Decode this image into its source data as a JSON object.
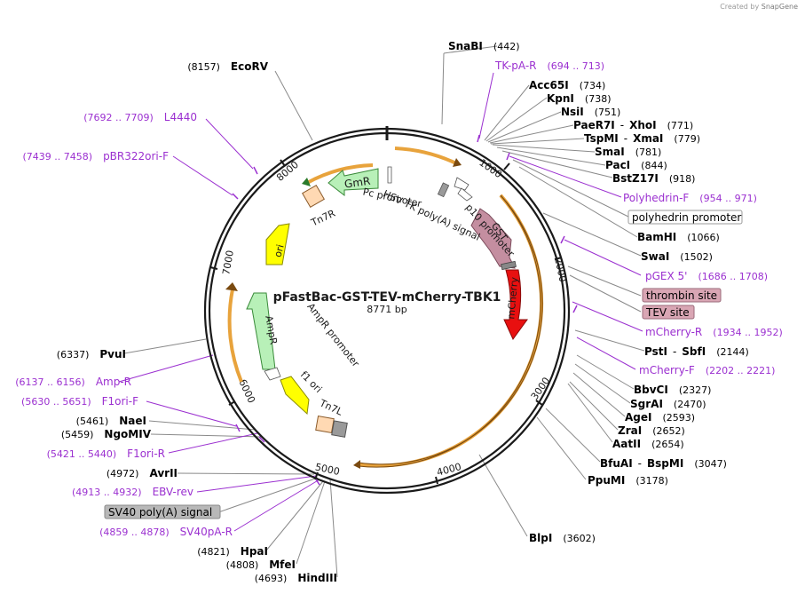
{
  "credit": {
    "prefix": "Created by",
    "brand": "SnapGene"
  },
  "plasmid": {
    "name": "pFastBac-GST-TEV-mCherry-TBK1",
    "length": "8771 bp"
  },
  "ticks": [
    "1000",
    "2000",
    "3000",
    "4000",
    "5000",
    "6000",
    "7000",
    "8000"
  ],
  "sites": {
    "snabi": {
      "name": "SnaBI",
      "pos": "(442)"
    },
    "tkpar": {
      "name": "TK-pA-R",
      "pos": "(694 .. 713)"
    },
    "acc65i": {
      "name": "Acc65I",
      "pos": "(734)"
    },
    "kpni": {
      "name": "KpnI",
      "pos": "(738)"
    },
    "nsii": {
      "name": "NsiI",
      "pos": "(751)"
    },
    "paer7i": {
      "name": "PaeR7I",
      "sep": "-",
      "name2": "XhoI",
      "pos": "(771)"
    },
    "tspmi": {
      "name": "TspMI",
      "sep": "-",
      "name2": "XmaI",
      "pos": "(779)"
    },
    "smai": {
      "name": "SmaI",
      "pos": "(781)"
    },
    "paci": {
      "name": "PacI",
      "pos": "(844)"
    },
    "bstz17i": {
      "name": "BstZ17I",
      "pos": "(918)"
    },
    "polhf": {
      "name": "Polyhedrin-F",
      "pos": "(954 .. 971)"
    },
    "polhprom": {
      "name": "polyhedrin promoter"
    },
    "bamhi": {
      "name": "BamHI",
      "pos": "(1066)"
    },
    "swai": {
      "name": "SwaI",
      "pos": "(1502)"
    },
    "pgex5": {
      "name": "pGEX 5'",
      "pos": "(1686 .. 1708)"
    },
    "thrombin": {
      "name": "thrombin site"
    },
    "tev": {
      "name": "TEV site"
    },
    "mcherryr": {
      "name": "mCherry-R",
      "pos": "(1934 .. 1952)"
    },
    "psti": {
      "name": "PstI",
      "sep": "-",
      "name2": "SbfI",
      "pos": "(2144)"
    },
    "mcherryf": {
      "name": "mCherry-F",
      "pos": "(2202 .. 2221)"
    },
    "bbvci": {
      "name": "BbvCI",
      "pos": "(2327)"
    },
    "sgrai": {
      "name": "SgrAI",
      "pos": "(2470)"
    },
    "agei": {
      "name": "AgeI",
      "pos": "(2593)"
    },
    "zrai": {
      "name": "ZraI",
      "pos": "(2652)"
    },
    "aatii": {
      "name": "AatII",
      "pos": "(2654)"
    },
    "bfuai": {
      "name": "BfuAI",
      "sep": "-",
      "name2": "BspMI",
      "pos": "(3047)"
    },
    "ppumi": {
      "name": "PpuMI",
      "pos": "(3178)"
    },
    "blpi": {
      "name": "BlpI",
      "pos": "(3602)"
    },
    "hindiii": {
      "name": "HindIII",
      "pos": "(4693)"
    },
    "mfei": {
      "name": "MfeI",
      "pos": "(4808)"
    },
    "hpai": {
      "name": "HpaI",
      "pos": "(4821)"
    },
    "sv40par": {
      "name": "SV40pA-R",
      "pos": "(4859 .. 4878)"
    },
    "sv40sig": {
      "name": "SV40 poly(A) signal"
    },
    "ebvrev": {
      "name": "EBV-rev",
      "pos": "(4913 .. 4932)"
    },
    "avrii": {
      "name": "AvrII",
      "pos": "(4972)"
    },
    "f1orir": {
      "name": "F1ori-R",
      "pos": "(5421 .. 5440)"
    },
    "ngomiv": {
      "name": "NgoMIV",
      "pos": "(5459)"
    },
    "naei": {
      "name": "NaeI",
      "pos": "(5461)"
    },
    "f1orif": {
      "name": "F1ori-F",
      "pos": "(5630 .. 5651)"
    },
    "ampr_primer": {
      "name": "Amp-R",
      "pos": "(6137 .. 6156)"
    },
    "pvui": {
      "name": "PvuI",
      "pos": "(6337)"
    },
    "pbr322": {
      "name": "pBR322ori-F",
      "pos": "(7439 .. 7458)"
    },
    "l4440": {
      "name": "L4440",
      "pos": "(7692 .. 7709)"
    },
    "ecorv": {
      "name": "EcoRV",
      "pos": "(8157)"
    }
  },
  "features": {
    "gst": "GST",
    "mcherry": "mCherry",
    "gmr": "GmR",
    "tn7r": "Tn7R",
    "ori": "ori",
    "ampr": "AmpR",
    "ampr_promoter": "AmpR promoter",
    "f1ori": "f1 ori",
    "tn7l": "Tn7L",
    "pc_promoter": "Pc promoter",
    "hsv_tk_polya": "HSV TK poly(A) signal",
    "p10_promoter": "p10 promoter"
  },
  "colors": {
    "backbone": "#1a1a1a",
    "enzyme_label": "#000000",
    "primer_label": "#9b30d0",
    "leader_line": "#8a8a8a",
    "primer_line": "#9b30d0",
    "orf_track": "#e8a33c",
    "gst": "#c48ea0",
    "mcherry": "#e81010",
    "gmr": "#b8f0b8",
    "ampr": "#b8f0b8",
    "ori": "#ffff00",
    "f1ori": "#ffff00",
    "tn7": "#ffd9b3",
    "thrombin_bg": "#d9a6b4",
    "tev_bg": "#d9a6b4",
    "sv40_bg": "#b8b8b8"
  }
}
